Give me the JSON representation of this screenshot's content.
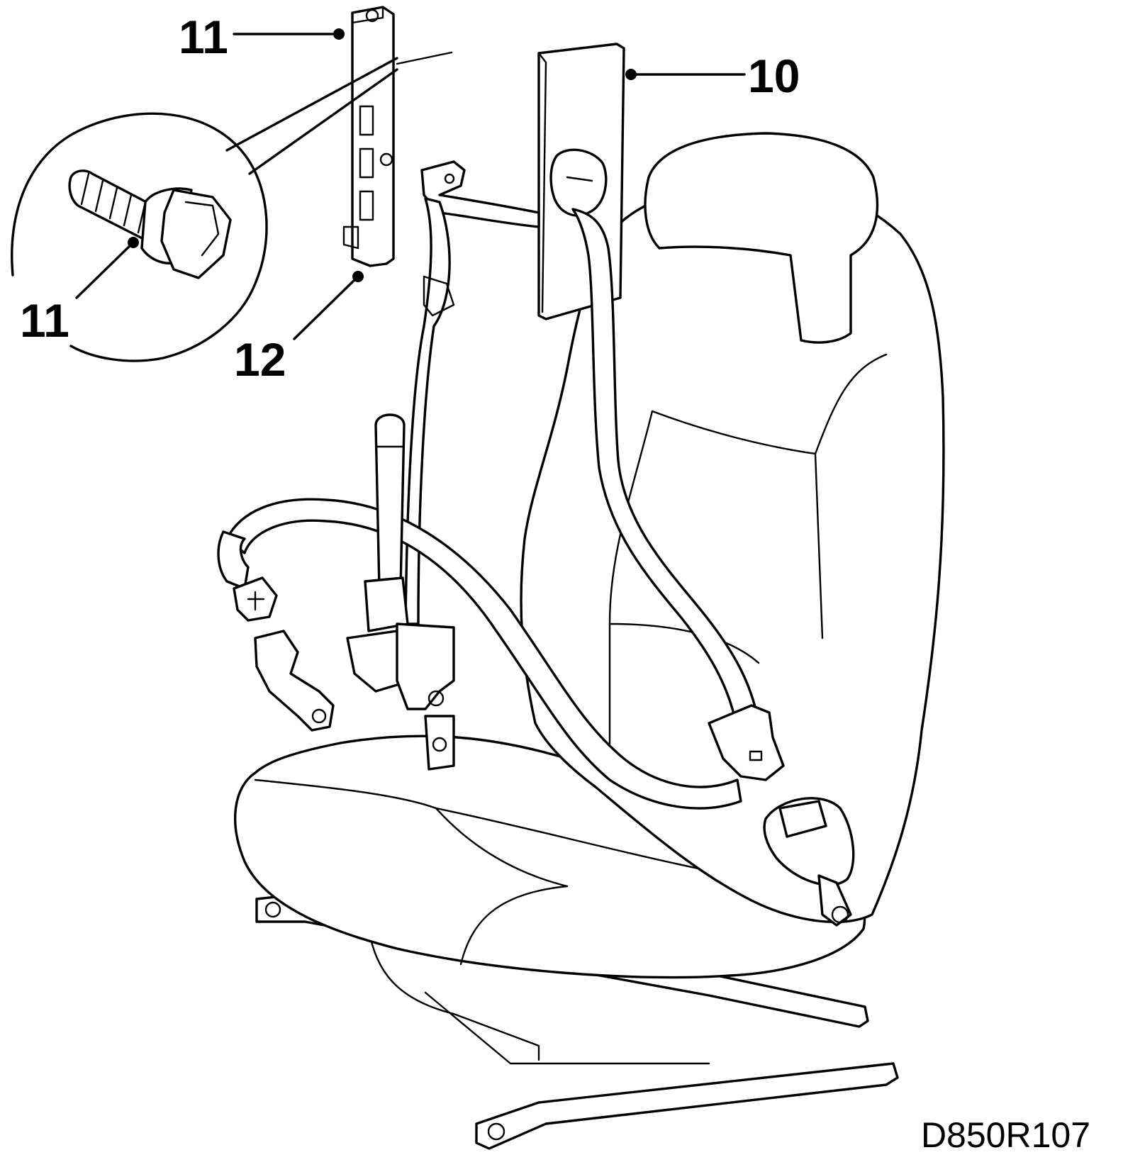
{
  "callouts": [
    {
      "number": "11"
    },
    {
      "number": "10"
    },
    {
      "number": "11"
    },
    {
      "number": "12"
    }
  ],
  "reference_code": "D850R107"
}
